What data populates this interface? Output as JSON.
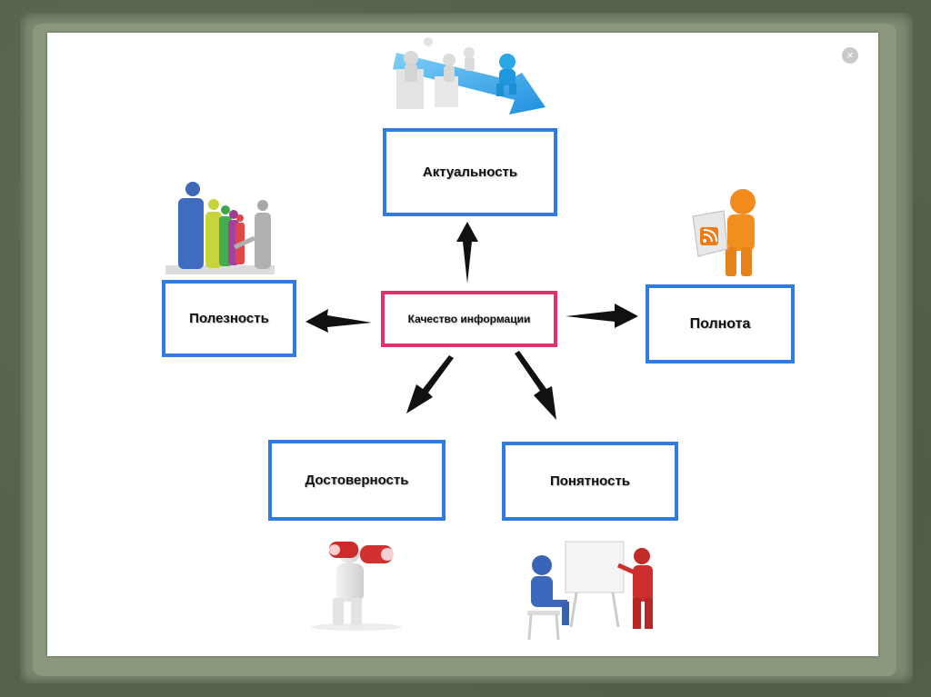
{
  "diagram": {
    "center": "Качество информации",
    "top": "Актуальность",
    "left": "Полезность",
    "right": "Полнота",
    "bottom_left": "Достоверность",
    "bottom_right": "Понятность"
  },
  "close_symbol": "×",
  "colors": {
    "box_border": "#2f7de1",
    "center_border": "#e0306d",
    "arrow": "#111111"
  },
  "icons": [
    "people-on-arrow-icon",
    "handshake-group-icon",
    "person-with-rss-document-icon",
    "person-with-binoculars-icon",
    "teacher-and-student-icon"
  ]
}
